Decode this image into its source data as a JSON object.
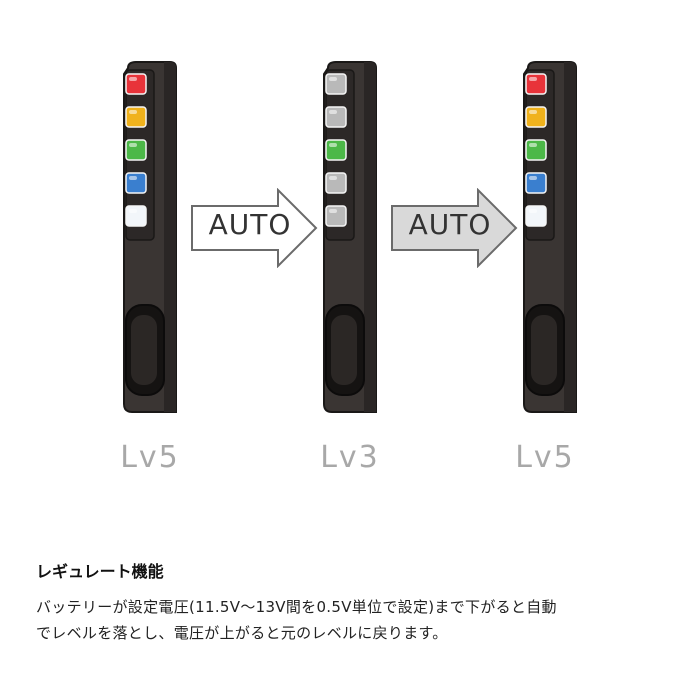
{
  "colors": {
    "red": "#e8333a",
    "yellow": "#f0b21c",
    "green": "#4cb848",
    "blue": "#3a7fcf",
    "white": "#f2f6fa",
    "off": "#b9b9b9",
    "arrow_fill_1": "#ffffff",
    "arrow_fill_2": "#d9d9d9",
    "arrow_stroke": "#6b6b6b"
  },
  "devices": [
    {
      "leds": [
        "red",
        "yellow",
        "green",
        "blue",
        "white"
      ],
      "level": "Lv5"
    },
    {
      "leds": [
        "off",
        "off",
        "green",
        "off",
        "off"
      ],
      "level": "Lv3"
    },
    {
      "leds": [
        "red",
        "yellow",
        "green",
        "blue",
        "white"
      ],
      "level": "Lv5"
    }
  ],
  "arrows": [
    {
      "label": "AUTO"
    },
    {
      "label": "AUTO"
    }
  ],
  "heading": "レギュレート機能",
  "description": {
    "line1": "バッテリーが設定電圧(11.5V〜13V間を0.5V単位で設定)まで下がると自動",
    "line2": "でレベルを落とし、電圧が上がると元のレベルに戻ります。"
  }
}
